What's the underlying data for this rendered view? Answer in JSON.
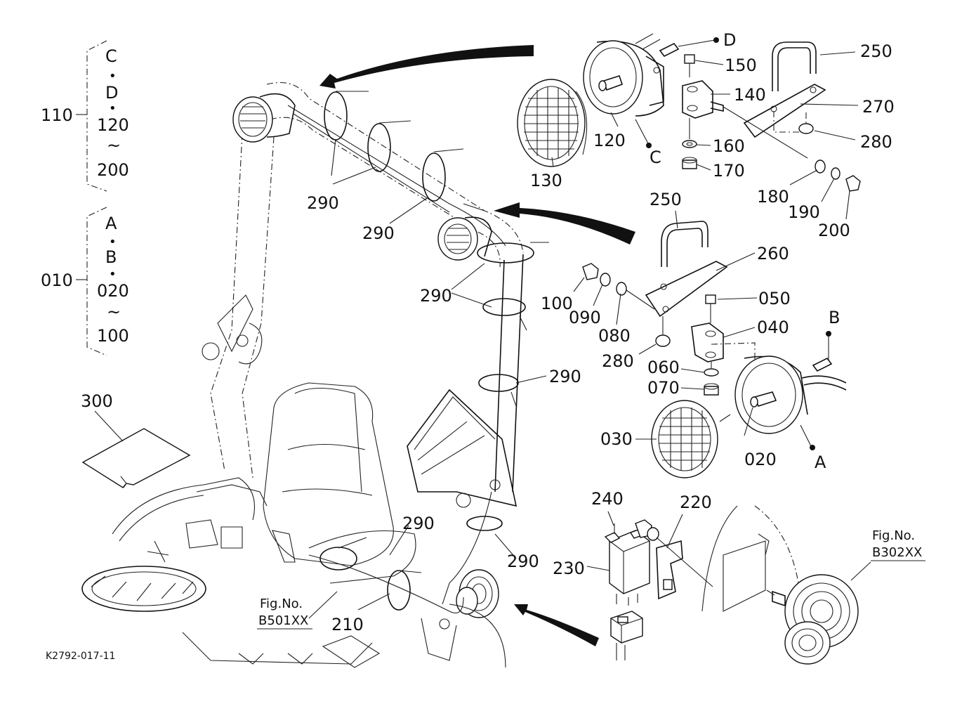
{
  "group_labels": {
    "g110": {
      "code": "110",
      "items": [
        "C",
        "•",
        "D",
        "•",
        "120",
        "~",
        "200"
      ]
    },
    "g010": {
      "code": "010",
      "items": [
        "A",
        "•",
        "B",
        "•",
        "020",
        "~",
        "100"
      ]
    }
  },
  "part_labels": {
    "p020": "020",
    "p030": "030",
    "p040": "040",
    "p050": "050",
    "p060": "060",
    "p070": "070",
    "p080": "080",
    "p090": "090",
    "p100": "100",
    "p120": "120",
    "p130": "130",
    "p140": "140",
    "p150": "150",
    "p160": "160",
    "p170": "170",
    "p180": "180",
    "p190": "190",
    "p200": "200",
    "p210": "210",
    "p220": "220",
    "p230": "230",
    "p240": "240",
    "p250a": "250",
    "p250b": "250",
    "p260": "260",
    "p270": "270",
    "p280a": "280",
    "p280b": "280",
    "p290a": "290",
    "p290b": "290",
    "p290c": "290",
    "p290d": "290",
    "p290e": "290",
    "p290f": "290",
    "p300": "300"
  },
  "point_labels": {
    "a": "A",
    "b": "B",
    "c": "C",
    "d": "D"
  },
  "fig_refs": {
    "left": "Fig.No.",
    "left_code": "B501XX",
    "right": "Fig.No.",
    "right_code": "B302XX"
  },
  "drawing_code": "K2792-017-11"
}
